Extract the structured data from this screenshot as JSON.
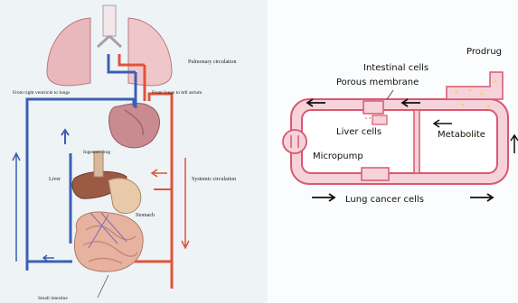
{
  "left_diagram": {
    "labels": {
      "pulmonary": "Pulmonary circulation",
      "right_ventricle": "From right ventricle to lungs",
      "lungs_to_atrium": "From lungs to left atrium",
      "systemic": "Systemic circulation",
      "ingested": "Ingested drug",
      "liver": "Liver",
      "stomach": "Stomach",
      "small_intestine": "Small intestine"
    },
    "colors": {
      "venous": "#3a5fb4",
      "arterial": "#e0533a",
      "lung": "#e8b8bd",
      "organ": "#c98b8f"
    }
  },
  "right_diagram": {
    "labels": {
      "prodrug": "Prodrug",
      "intestinal_cells": "Intestinal cells",
      "porous_membrane": "Porous membrane",
      "liver_cells": "Liver cells",
      "metabolite": "Metabolite",
      "micropump": "Micropump",
      "lung_cancer_cells": "Lung cancer cells"
    },
    "colors": {
      "channel": "#d9586f",
      "fill": "#f6d3da",
      "dots": "#f3d36a"
    }
  }
}
